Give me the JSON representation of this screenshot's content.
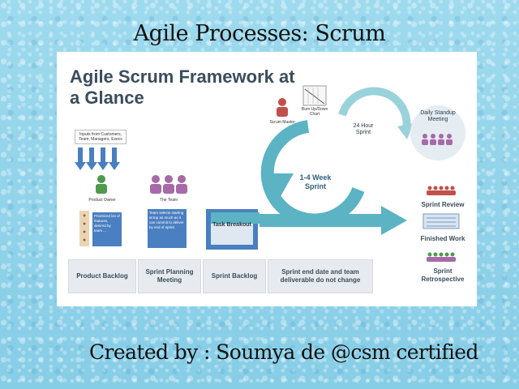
{
  "slide": {
    "title": "Agile Processes: Scrum",
    "footer": "Created by : Soumya de @csm certified"
  },
  "framework": {
    "title": "Agile Scrum Framework at a Glance",
    "inputs_note": "Inputs from Customers, Team, Managers, Execs",
    "product_owner_label": "Product Owner",
    "team_label": "The Team",
    "scrum_master_label": "Scrum Master",
    "burndown_label": "Burn Up/Down Chart",
    "po_note": "Prioritized list of features, desired by team ...",
    "team_note": "Team selects starting at top as much as it can commit to deliver by end of sprint",
    "task_breakout": "Task Breakout",
    "sprint_length": "1-4 Week Sprint",
    "daily_sprint": "24 Hour Sprint",
    "daily_standup": "Daily Standup Meeting",
    "sprint_review": "Sprint Review",
    "finished_work": "Finished Work",
    "sprint_retrospective": "Sprint Retrospective",
    "bottom_boxes": [
      "Product Backlog",
      "Sprint Planning Meeting",
      "Sprint Backlog",
      "Sprint end date and team deliverable do not change"
    ]
  },
  "colors": {
    "arrow": "#5bb3c4",
    "people": "#c0504d",
    "team_people": "#a66aa8",
    "backlog_blue": "#4a7fc1"
  }
}
